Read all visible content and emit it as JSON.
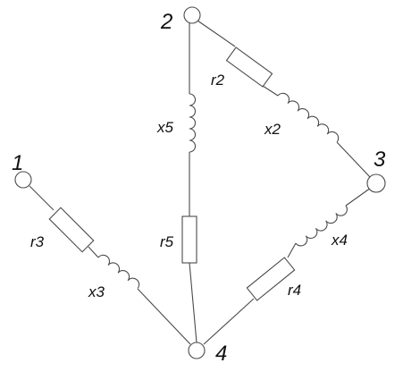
{
  "nodes": [
    {
      "id": "1",
      "label": "1"
    },
    {
      "id": "2",
      "label": "2"
    },
    {
      "id": "3",
      "label": "3"
    },
    {
      "id": "4",
      "label": "4"
    }
  ],
  "components": {
    "r2": "r2",
    "x2": "x2",
    "x5": "x5",
    "r5": "r5",
    "r3": "r3",
    "x3": "x3",
    "x4": "x4",
    "r4": "r4"
  }
}
